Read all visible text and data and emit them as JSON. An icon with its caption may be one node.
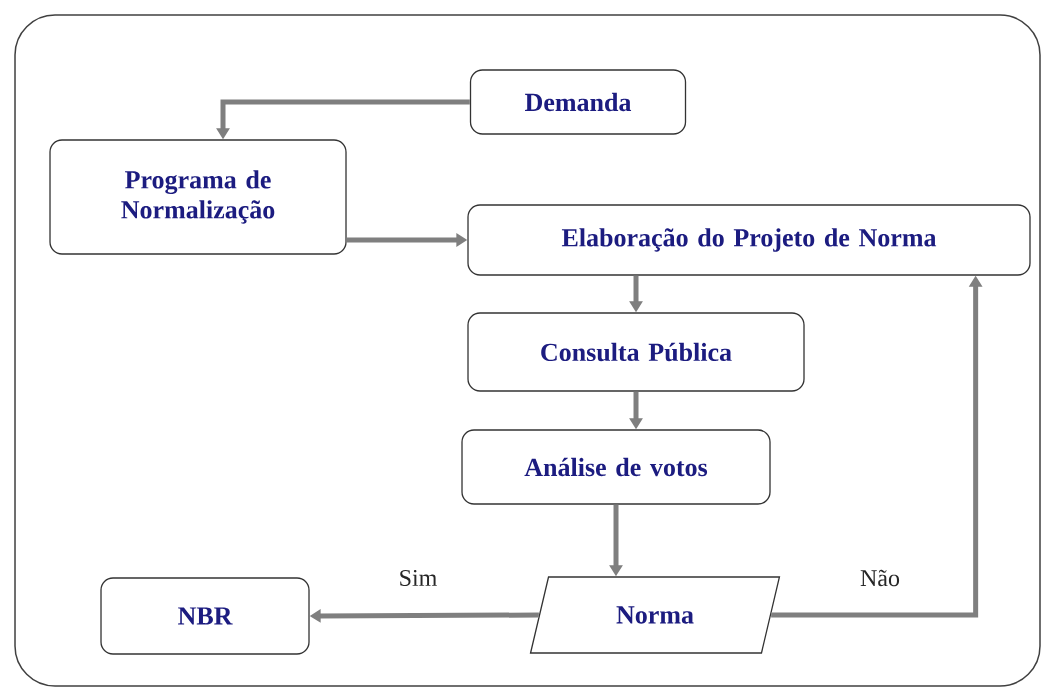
{
  "diagram": {
    "nodes": [
      {
        "text": [
          "Demanda"
        ]
      },
      {
        "text": [
          "Programa de Normalização"
        ]
      },
      {
        "text": [
          "Elaboração do Projeto de Norma"
        ]
      },
      {
        "text": [
          "Consulta Pública"
        ]
      },
      {
        "text": [
          "Análise de votos"
        ]
      },
      {
        "text": [
          "NBR"
        ]
      },
      {
        "text": [
          "Norma"
        ]
      }
    ],
    "edges": [
      {
        "from": 0,
        "to": 1,
        "arrow": "to"
      },
      {
        "from": 1,
        "to": 2,
        "arrow": "to"
      },
      {
        "from": 2,
        "to": 3,
        "arrow": "to"
      },
      {
        "from": 3,
        "to": 4,
        "arrow": "to"
      },
      {
        "from": 4,
        "to": 6,
        "arrow": "to"
      },
      {
        "from": 6,
        "to": 5,
        "arrow": "to",
        "label": "Sim"
      },
      {
        "from": 6,
        "to": 2,
        "arrow": "to",
        "label": "Não"
      }
    ]
  }
}
